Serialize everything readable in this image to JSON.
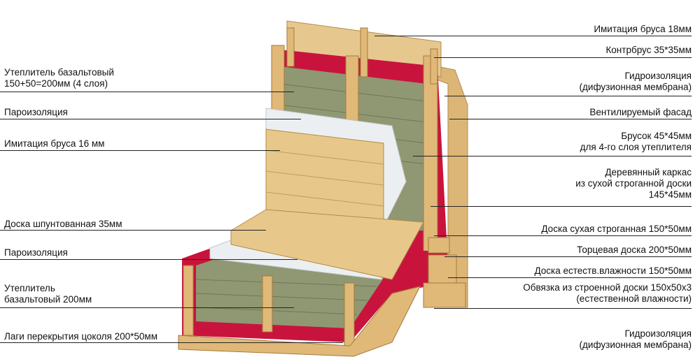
{
  "colors": {
    "wood": "#e3c083",
    "wood_dark": "#c99a52",
    "membrane": "#c8143c",
    "insulation": "#8f9872",
    "vapor": "#e9ecef"
  },
  "left_labels": [
    {
      "lines": [
        "Утеплитель базальтовый",
        "150+50=200мм (4 слоя)"
      ]
    },
    {
      "lines": [
        "Пароизоляция"
      ]
    },
    {
      "lines": [
        "Имитация бруса 16 мм"
      ]
    },
    {
      "lines": [
        "Доска шпунтованная 35мм"
      ]
    },
    {
      "lines": [
        "Пароизоляция"
      ]
    },
    {
      "lines": [
        "Утеплитель",
        "базальтовый 200мм"
      ]
    },
    {
      "lines": [
        "Лаги перекрытия цоколя 200*50мм"
      ]
    }
  ],
  "right_labels": [
    {
      "lines": [
        "Имитация бруса 18мм"
      ]
    },
    {
      "lines": [
        "Контрбрус 35*35мм"
      ]
    },
    {
      "lines": [
        "Гидроизоляция",
        "(дифузионная мембрана)"
      ]
    },
    {
      "lines": [
        "Вентилируемый фасад"
      ]
    },
    {
      "lines": [
        "Брусок 45*45мм",
        "для 4-го слоя утеплителя"
      ]
    },
    {
      "lines": [
        "Деревянный каркас",
        "из сухой строганной доски",
        "145*45мм"
      ]
    },
    {
      "lines": [
        "Доска сухая строганная 150*50мм"
      ]
    },
    {
      "lines": [
        "Торцевая доска 200*50мм"
      ]
    },
    {
      "lines": [
        "Доска естеств.влажности 150*50мм"
      ]
    },
    {
      "lines": [
        "Обвязка из строенной доски 150х50х3",
        "(естественной влажности)"
      ]
    },
    {
      "lines": [
        "Гидроизоляция",
        "(дифузионная мембрана)"
      ]
    }
  ]
}
